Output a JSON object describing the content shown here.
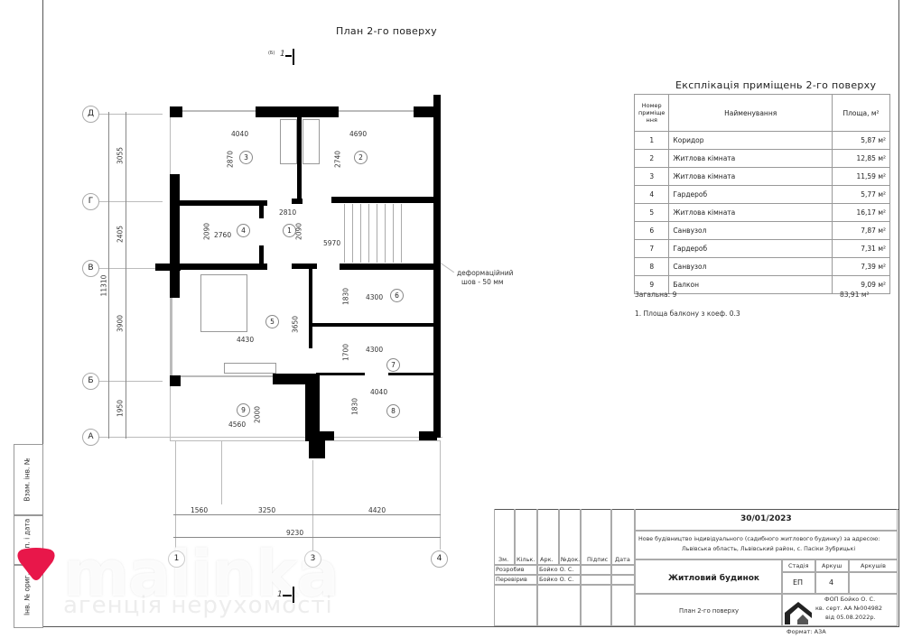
{
  "drawing": {
    "title": "План 2-го поверху",
    "section_mark": "1",
    "section_mark_small": "(Б)",
    "deformation_note_line1": "деформаційний",
    "deformation_note_line2": "шов - 50 мм"
  },
  "axes": {
    "rows": [
      {
        "label": "Д"
      },
      {
        "label": "Г"
      },
      {
        "label": "В"
      },
      {
        "label": "Б"
      },
      {
        "label": "А"
      }
    ],
    "columns": [
      {
        "label": "1"
      },
      {
        "label": "3"
      },
      {
        "label": "4"
      }
    ],
    "row_dims": [
      "3055",
      "2405",
      "3900",
      "1950"
    ],
    "row_total": "11310",
    "col_dims": [
      "1560",
      "3250",
      "4420"
    ],
    "col_total": "9230"
  },
  "rooms": [
    {
      "num": "1",
      "w": "2810",
      "h": "2090",
      "extra": "5970"
    },
    {
      "num": "2",
      "w": "4690",
      "h": "2740"
    },
    {
      "num": "3",
      "w": "4040",
      "h": "2870"
    },
    {
      "num": "4",
      "w": "2760",
      "h": "2090"
    },
    {
      "num": "5",
      "w": "4430",
      "h": "3650"
    },
    {
      "num": "6",
      "w": "4300",
      "h": "1830"
    },
    {
      "num": "7",
      "w": "4300",
      "h": "1700"
    },
    {
      "num": "8",
      "w": "4040",
      "h": "1830"
    },
    {
      "num": "9",
      "w": "4560",
      "h": "2000"
    }
  ],
  "explication": {
    "title": "Експлікація приміщень 2-го поверху",
    "headers": {
      "num": "Номер приміще ння",
      "name": "Найменування",
      "area": "Площа, м²"
    },
    "rows": [
      {
        "num": "1",
        "name": "Коридор",
        "area": "5,87 м²"
      },
      {
        "num": "2",
        "name": "Житлова кімната",
        "area": "12,85 м²"
      },
      {
        "num": "3",
        "name": "Житлова кімната",
        "area": "11,59 м²"
      },
      {
        "num": "4",
        "name": "Гардероб",
        "area": "5,77 м²"
      },
      {
        "num": "5",
        "name": "Житлова кімната",
        "area": "16,17 м²"
      },
      {
        "num": "6",
        "name": "Санвузол",
        "area": "7,87 м²"
      },
      {
        "num": "7",
        "name": "Гардероб",
        "area": "7,31 м²"
      },
      {
        "num": "8",
        "name": "Санвузол",
        "area": "7,39 м²"
      },
      {
        "num": "9",
        "name": "Балкон",
        "area": "9,09 м²"
      }
    ],
    "total_label": "Загальна: 9",
    "total_area": "83,91 м²",
    "note": "1. Площа балкону з коеф. 0.3"
  },
  "stamp": {
    "date": "30/01/2023",
    "project_line1": "Нове будівництво індивідуального (садибного житлового будинку)  за адресою:",
    "project_line2": "Львівська область, Львівський район, с. Пасіки Зубрицькі",
    "cols": {
      "zm": "Зм.",
      "kilk": "Кільк.",
      "ark": "Арк.",
      "ndok": "№док.",
      "pidpys": "Підпис",
      "data": "Дата"
    },
    "developed_label": "Розробив",
    "developed_name": "Бойко О. С.",
    "checked_label": "Перевірив",
    "checked_name": "Бойко О. С.",
    "object_name": "Житловий будинок",
    "sheet_name": "План 2-го поверху",
    "stage_label": "Стадія",
    "stage_value": "ЕП",
    "sheet_label": "Аркуш",
    "sheet_value": "4",
    "sheets_label": "Аркушів",
    "sheets_value": "",
    "company_line1": "ФОП Бойко О. С.",
    "company_line2": "кв. серт. АА №004982",
    "company_line3": "від 05.08.2022р.",
    "format": "Формат: А3А"
  },
  "side_stamp": {
    "cell1": "Взам. інв. №",
    "cell2": "Підп. і дата",
    "cell3": "Інв. № ориг."
  },
  "watermark": {
    "brand": "malinka",
    "tagline": "агенція нерухомості",
    "color": "#e8174a"
  }
}
